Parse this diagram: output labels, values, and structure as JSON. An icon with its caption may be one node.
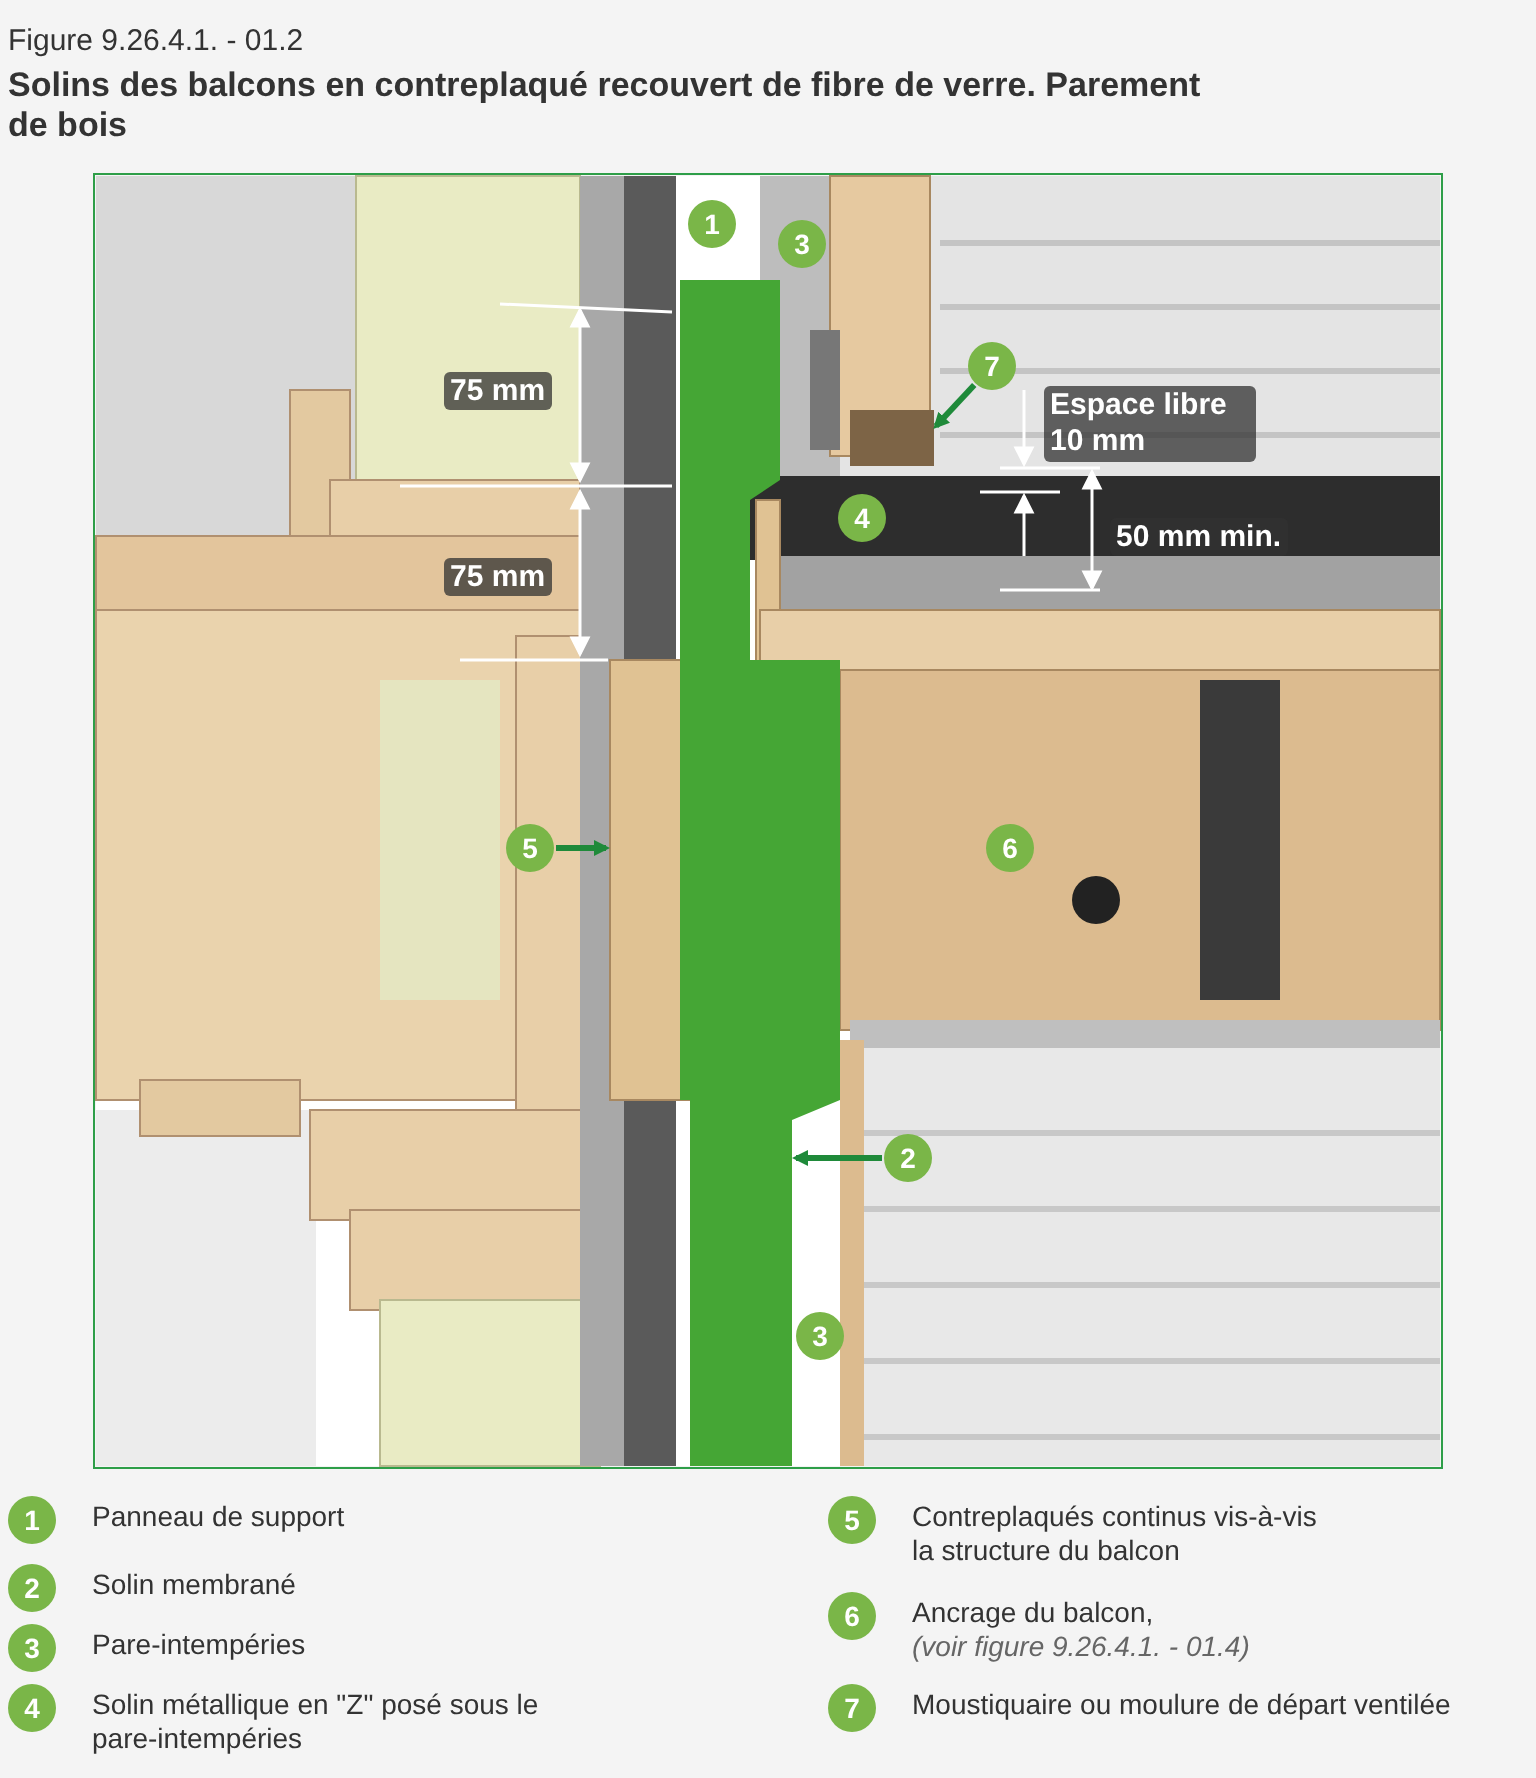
{
  "diagram": {
    "title": "Solins des balcons en contreplaqué recouvert de fibre de verre. Parement de bois",
    "nodes": [
      {
        "text": [
          "1"
        ]
      },
      {
        "text": [
          "3"
        ]
      },
      {
        "text": [
          "7"
        ]
      },
      {
        "text": [
          "4"
        ]
      },
      {
        "text": [
          "5"
        ]
      },
      {
        "text": [
          "6"
        ]
      },
      {
        "text": [
          "2"
        ]
      },
      {
        "text": [
          "3"
        ]
      },
      {
        "text": [],
        "shape": "box"
      },
      {
        "text": [],
        "shape": "box"
      },
      {
        "text": [],
        "shape": "box"
      }
    ],
    "edges": [
      {
        "from": 2,
        "to": 8,
        "arrow": "to"
      },
      {
        "from": 4,
        "to": 9,
        "arrow": "to"
      },
      {
        "from": 6,
        "to": 10,
        "arrow": "to"
      }
    ],
    "labels": [
      "Figure 9.26.4.1. - 01.2",
      "75 mm",
      "Espace libre 10 mm",
      "75 mm",
      "50 mm min.",
      "1",
      "Panneau de support",
      "2",
      "Solin membrané",
      "3",
      "Pare-intempéries",
      "4",
      "Solin métallique en \"Z\" posé sous le pare-intempéries",
      "5",
      "Contreplaqués continus vis-à-vis la structure du balcon",
      "6",
      "Ancrage du balcon,",
      "(voir figure 9.26.4.1. - 01.4)",
      "7",
      "Moustiquaire ou moulure de départ ventilée"
    ]
  }
}
